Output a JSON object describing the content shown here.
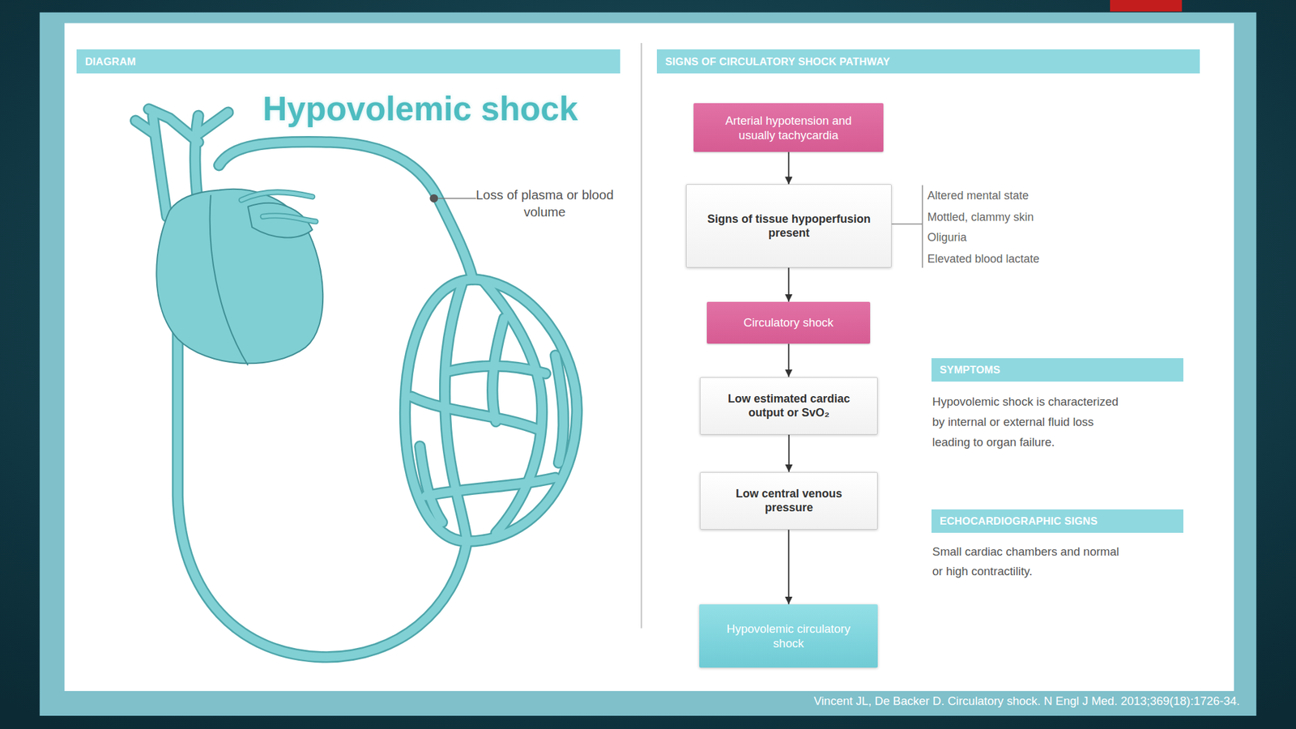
{
  "diagram": {
    "title": "Hypovolemic shock",
    "caption": "Vincent JL, De Backer D. Circulatory shock. N Engl J Med. 2013;369(18):1726-34.",
    "nodes": [
      {
        "text": [
          "DIAGRAM"
        ]
      },
      {
        "text": [
          "SIGNS OF CIRCULATORY SHOCK PATHWAY"
        ]
      },
      {
        "text": [
          "Arterial hypotension and usually tachycardia"
        ]
      },
      {
        "text": [
          "Signs of tissue hypoperfusion present"
        ]
      },
      {
        "text": [
          "Circulatory shock"
        ]
      },
      {
        "text": [
          "Low estimated cardiac output or SvO₂"
        ]
      },
      {
        "text": [
          "Low central venous pressure"
        ]
      },
      {
        "text": [
          "Hypovolemic circulatory shock"
        ]
      },
      {
        "text": [
          "SYMPTOMS"
        ]
      },
      {
        "text": [
          "ECHOCARDIOGRAPHIC SIGNS"
        ]
      }
    ],
    "edges": [
      {
        "from": 2,
        "to": 3,
        "arrow": "to"
      },
      {
        "from": 3,
        "to": 4,
        "arrow": "to"
      },
      {
        "from": 4,
        "to": 5,
        "arrow": "to"
      },
      {
        "from": 5,
        "to": 6,
        "arrow": "to"
      },
      {
        "from": 6,
        "to": 7,
        "arrow": "to"
      }
    ],
    "labels": [
      "Loss of plasma or blood volume",
      "Altered mental state",
      "Mottled, clammy skin",
      "Oliguria",
      "Elevated blood lactate",
      "Hypovolemic shock is characterized by internal or external fluid loss leading to organ failure.",
      "Small cardiac chambers and normal or high contractility."
    ]
  }
}
